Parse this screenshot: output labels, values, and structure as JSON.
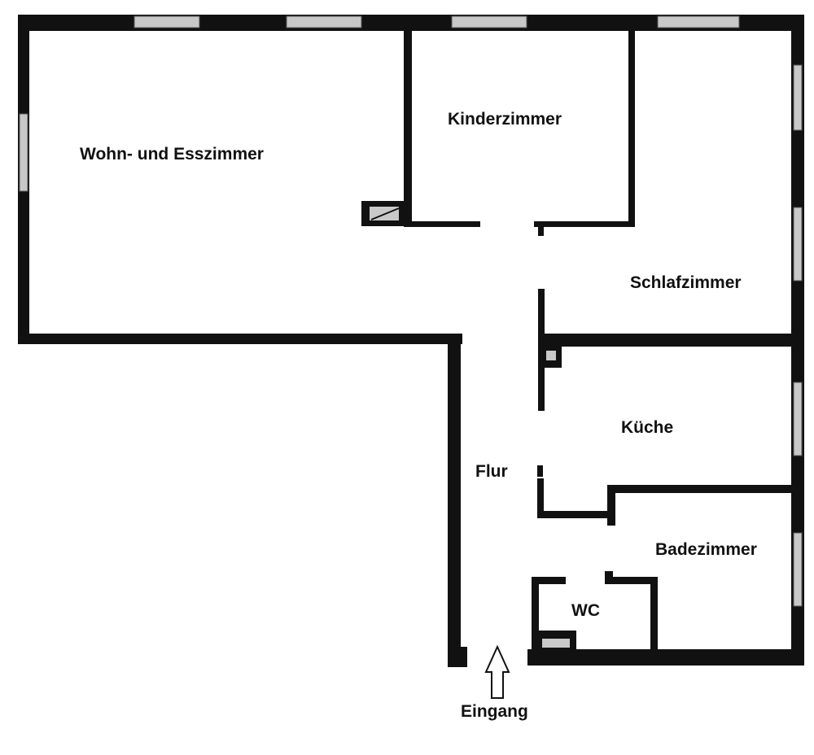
{
  "rooms": {
    "wohn_und_esszimmer": "Wohn- und Esszimmer",
    "kinderzimmer": "Kinderzimmer",
    "schlafzimmer": "Schlafzimmer",
    "kueche": "Küche",
    "flur": "Flur",
    "badezimmer": "Badezimmer",
    "wc": "WC"
  },
  "entrance": {
    "label": "Eingang",
    "icon": "arrow-up-icon"
  },
  "colors": {
    "wall": "#111111",
    "window": "#c8c8c8",
    "background": "#ffffff"
  }
}
